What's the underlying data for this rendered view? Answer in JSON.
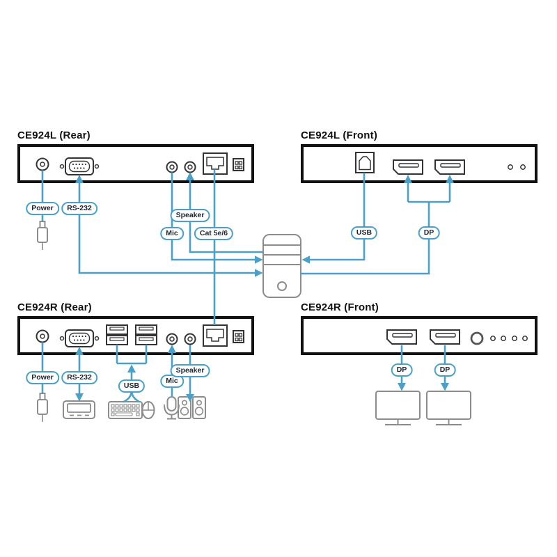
{
  "titles": {
    "ce924l_rear": "CE924L (Rear)",
    "ce924l_front": "CE924L (Front)",
    "ce924r_rear": "CE924R (Rear)",
    "ce924r_front": "CE924R (Front)"
  },
  "labels": {
    "top_left": {
      "power": "Power",
      "rs232": "RS-232",
      "speaker": "Speaker",
      "mic": "Mic",
      "cat": "Cat 5e/6"
    },
    "top_right": {
      "usb": "USB",
      "dp": "DP"
    },
    "bottom_left": {
      "power": "Power",
      "rs232": "RS-232",
      "usb": "USB",
      "mic": "Mic",
      "speaker": "Speaker"
    },
    "bottom_right": {
      "dp_left": "DP",
      "dp_right": "DP"
    }
  },
  "colors": {
    "line_blue": "#4aa0c8",
    "panel_border": "#111111",
    "device_gray": "#8c8c8c",
    "port_stroke": "#333333"
  }
}
